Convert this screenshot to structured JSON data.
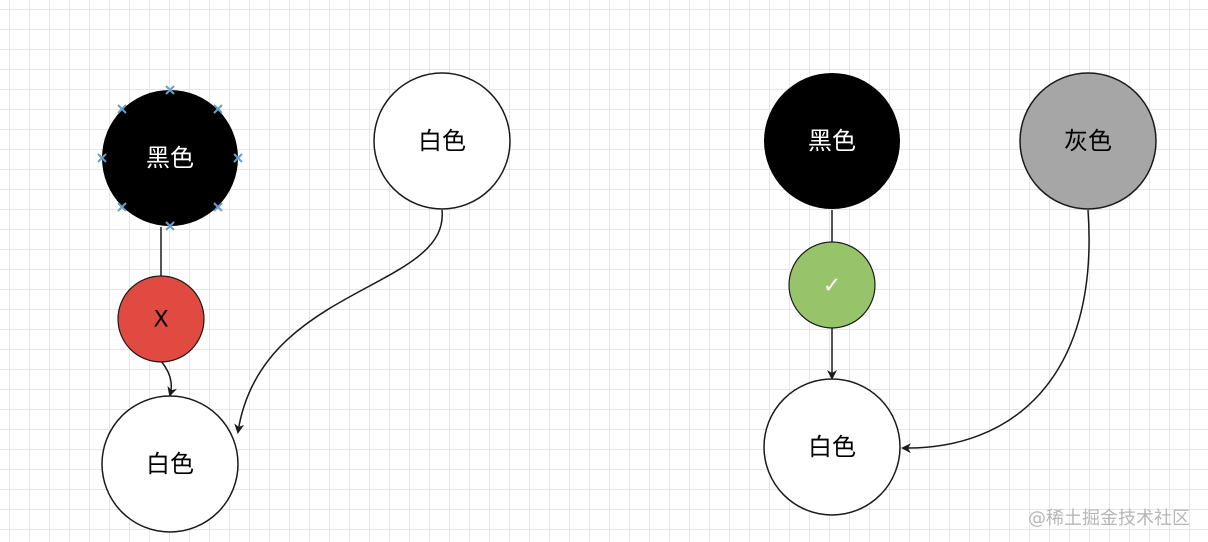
{
  "colors": {
    "black_node": "#000000",
    "white_node": "#ffffff",
    "gray_node": "#a6a6a6",
    "red_marker": "#e04a40",
    "green_marker": "#97c36b",
    "line": "#1a1a1a",
    "selection_handle": "#6a9fc8",
    "grid": "#e6e6e6"
  },
  "left_scenario": {
    "black_node_label": "黑色",
    "white_top_label": "白色",
    "white_bottom_label": "白色",
    "marker_label": "X"
  },
  "right_scenario": {
    "black_node_label": "黑色",
    "gray_node_label": "灰色",
    "white_bottom_label": "白色",
    "marker_label": "✓"
  },
  "watermark": "@稀土掘金技术社区"
}
